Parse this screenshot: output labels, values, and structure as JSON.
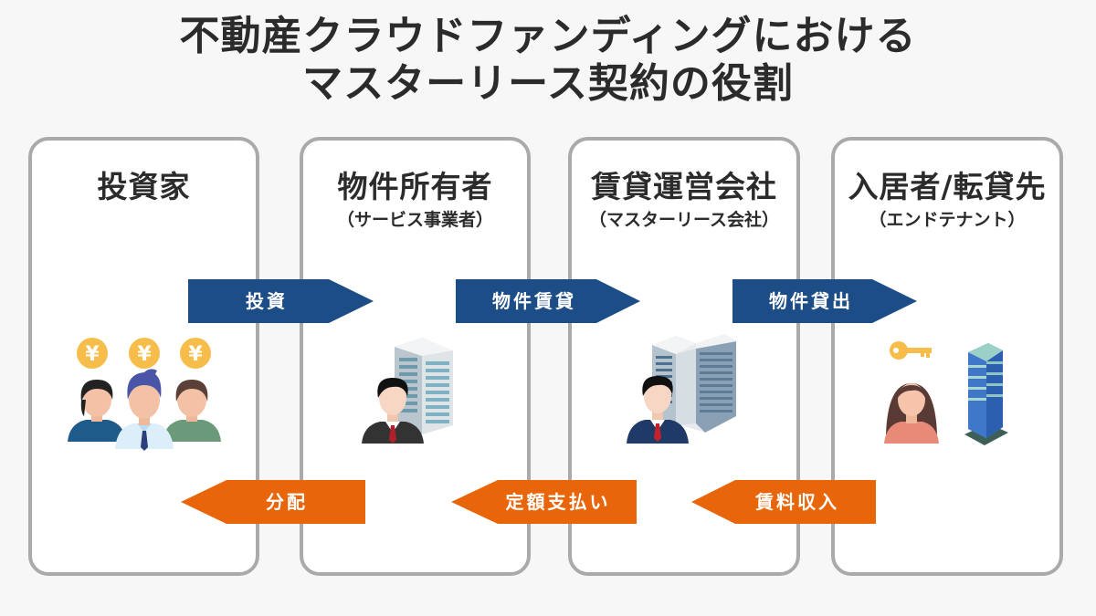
{
  "title": {
    "line1": "不動産クラウドファンディングにおける",
    "line2": "マスターリース契約の役割"
  },
  "colors": {
    "forward_arrow": "#1c4d87",
    "backward_arrow": "#e8650a",
    "box_border": "#aaaaaa",
    "background": "#f7f7f7"
  },
  "parties": [
    {
      "title": "投資家",
      "subtitle": "",
      "icon": "investors-with-yen-coins-icon"
    },
    {
      "title": "物件所有者",
      "subtitle": "（サービス事業者）",
      "icon": "owner-with-building-icon"
    },
    {
      "title": "賃貸運営会社",
      "subtitle": "（マスターリース会社）",
      "icon": "manager-with-office-building-icon"
    },
    {
      "title": "入居者/転貸先",
      "subtitle": "（エンドテナント）",
      "icon": "tenant-with-key-and-apartment-icon"
    }
  ],
  "flows_forward": [
    {
      "label": "投資",
      "from": "投資家",
      "to": "物件所有者"
    },
    {
      "label": "物件賃貸",
      "from": "物件所有者",
      "to": "賃貸運営会社"
    },
    {
      "label": "物件貸出",
      "from": "賃貸運営会社",
      "to": "入居者/転貸先"
    }
  ],
  "flows_backward": [
    {
      "label": "分配",
      "from": "物件所有者",
      "to": "投資家"
    },
    {
      "label": "定額支払い",
      "from": "賃貸運営会社",
      "to": "物件所有者"
    },
    {
      "label": "賃料収入",
      "from": "入居者/転貸先",
      "to": "賃貸運営会社"
    }
  ]
}
